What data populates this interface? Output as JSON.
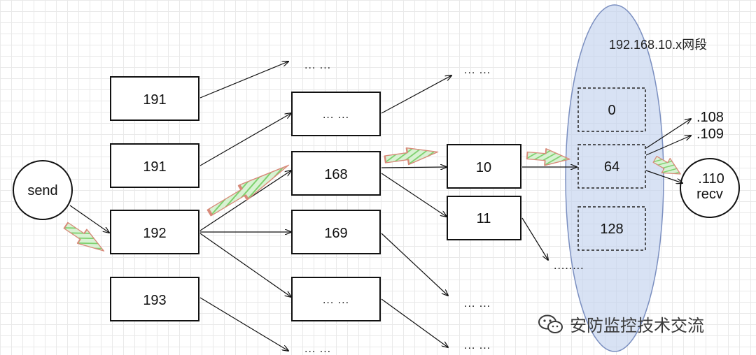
{
  "nodes": {
    "send": "send",
    "recv": "recv",
    "l1": [
      "191",
      "191",
      "192",
      "193"
    ],
    "l2": [
      "... ...",
      "168",
      "169",
      "... ..."
    ],
    "l3": [
      "10",
      "11"
    ],
    "l4": [
      "0",
      "64",
      "128"
    ]
  },
  "ellipsis": {
    "short": "... ...",
    "long": "........"
  },
  "segment_label": "192.168.10.x网段",
  "hosts": [
    ".108",
    ".109",
    ".110"
  ],
  "watermark": "安防监控技术交流",
  "colors": {
    "stroke": "#111111",
    "highlight_fill": "#a6e3a0",
    "highlight_stroke": "#d88a7a",
    "ellipse_fill": "#c3d2ee",
    "ellipse_stroke": "#7b8fc0"
  }
}
